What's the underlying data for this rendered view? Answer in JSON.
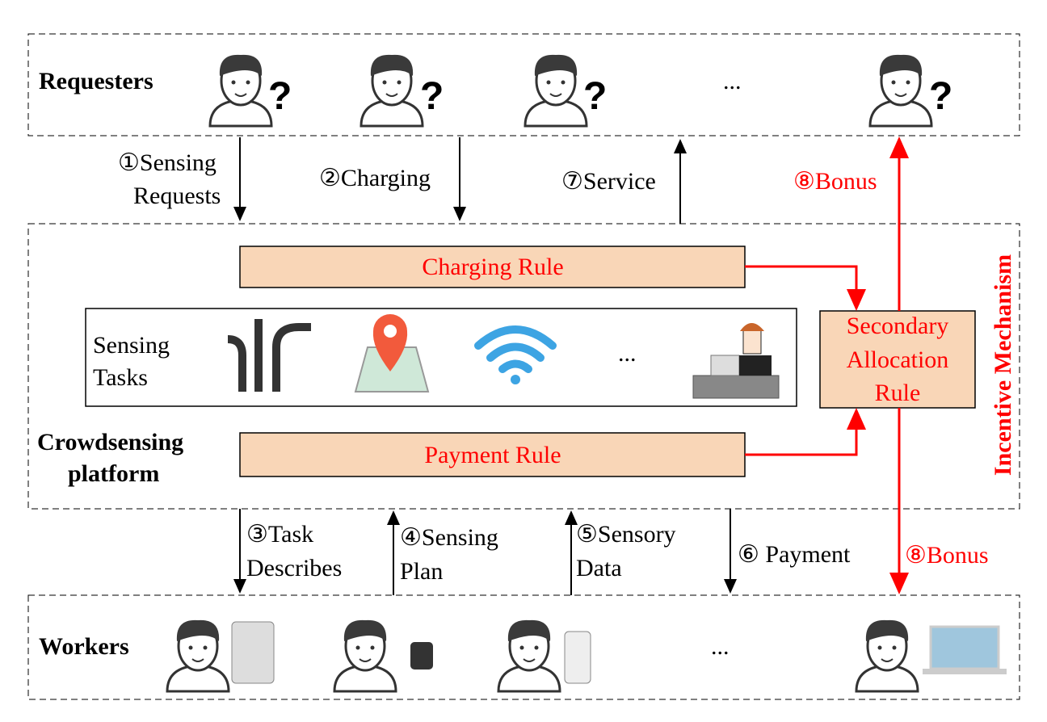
{
  "requesters": {
    "label": "Requesters",
    "ellipsis": "...",
    "question": "?"
  },
  "platform": {
    "label_line1": "Crowdsensing",
    "label_line2": "platform"
  },
  "workers": {
    "label": "Workers",
    "ellipsis": "..."
  },
  "sensing_tasks": {
    "line1": "Sensing",
    "line2": "Tasks",
    "ellipsis": "..."
  },
  "rules": {
    "charging": "Charging Rule",
    "payment": "Payment Rule",
    "secondary_line1": "Secondary",
    "secondary_line2": "Allocation",
    "secondary_line3": "Rule"
  },
  "incentive_mechanism": "Incentive Mechanism",
  "steps": {
    "s1_line1": "①Sensing",
    "s1_line2": "Requests",
    "s2": "②Charging",
    "s3_line1": "③Task",
    "s3_line2": "Describes",
    "s4_line1": "④Sensing",
    "s4_line2": "Plan",
    "s5_line1": "⑤Sensory",
    "s5_line2": "Data",
    "s6": "⑥ Payment",
    "s7": "⑦Service",
    "s8_top": "⑧Bonus",
    "s8_bottom": "⑧Bonus"
  },
  "colors": {
    "rule_fill": "#f9d6b7",
    "accent_red": "#ff0000"
  }
}
